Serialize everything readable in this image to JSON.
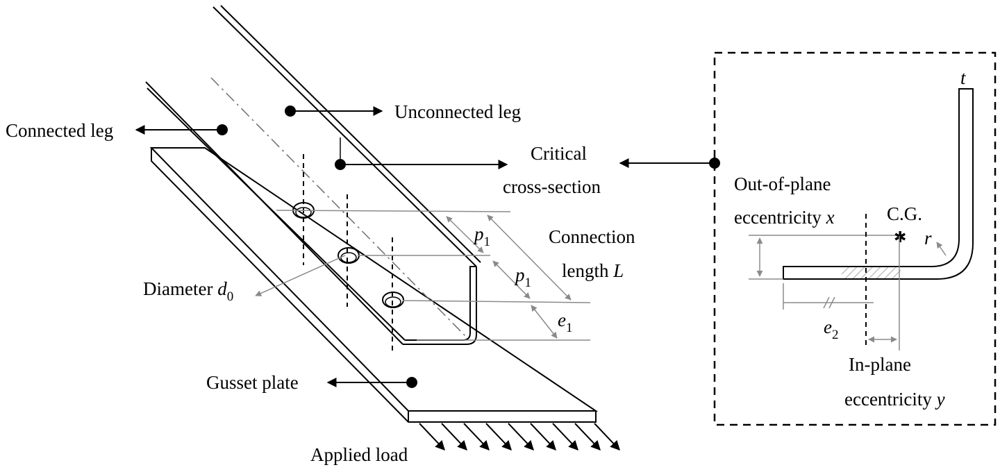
{
  "labels": {
    "connected_leg": "Connected leg",
    "unconnected_leg": "Unconnected leg",
    "critical_line1": "Critical",
    "critical_line2": "cross-section",
    "connection_line1": "Connection",
    "connection_line2": "length ",
    "connection_var": "L",
    "diameter": "Diameter ",
    "diameter_var": "d",
    "diameter_sub": "0",
    "pitch_var": "p",
    "pitch_sub": "1",
    "edge_var": "e",
    "edge1_sub": "1",
    "edge2_sub": "2",
    "gusset_plate": "Gusset plate",
    "applied_load": "Applied load",
    "out_of_plane_line1": "Out-of-plane",
    "out_of_plane_line2": "eccentricity ",
    "out_of_plane_var": "x",
    "cg": "C.G.",
    "radius_var": "r",
    "thickness_var": "t",
    "in_plane_line1": "In-plane",
    "in_plane_line2": "eccentricity ",
    "in_plane_var": "y"
  },
  "colors": {
    "line": "#000000",
    "dimension": "#8a8a8a"
  }
}
